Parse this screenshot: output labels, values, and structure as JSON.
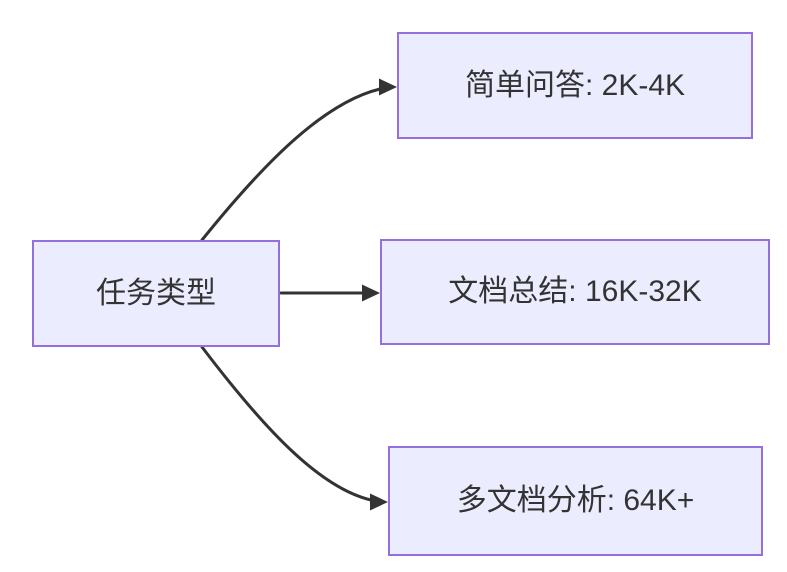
{
  "diagram": {
    "type": "flowchart",
    "direction": "left-to-right",
    "nodes": [
      {
        "id": "task-type",
        "label": "任务类型"
      },
      {
        "id": "simple-qa",
        "label": "简单问答: 2K-4K"
      },
      {
        "id": "doc-summary",
        "label": "文档总结: 16K-32K"
      },
      {
        "id": "multi-doc-analysis",
        "label": "多文档分析: 64K+"
      }
    ],
    "edges": [
      {
        "from": "task-type",
        "to": "simple-qa",
        "style": "curved-up",
        "arrowhead": "triangle"
      },
      {
        "from": "task-type",
        "to": "doc-summary",
        "style": "straight",
        "arrowhead": "triangle"
      },
      {
        "from": "task-type",
        "to": "multi-doc-analysis",
        "style": "curved-down",
        "arrowhead": "triangle"
      }
    ],
    "colors": {
      "node_fill": "#ECECFF",
      "node_border": "#9370DB",
      "edge": "#333333",
      "text": "#333333",
      "background": "#FFFFFF"
    }
  }
}
